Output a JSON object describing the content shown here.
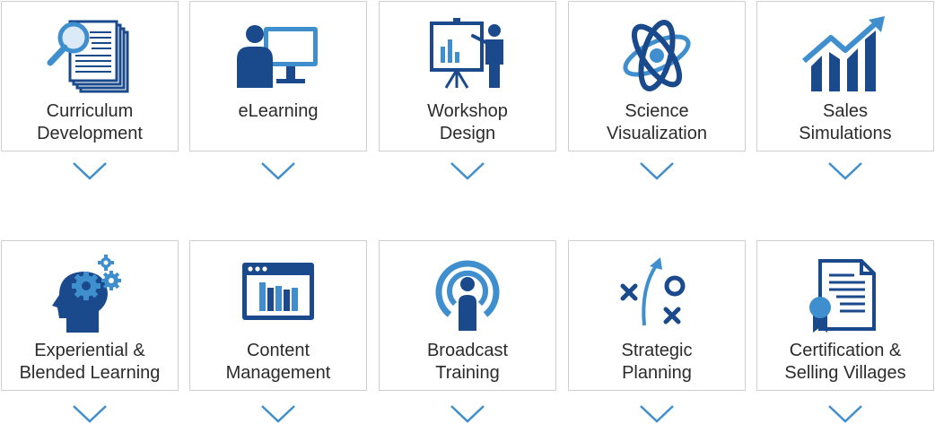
{
  "colors": {
    "dark_blue": "#1a4a8c",
    "light_blue": "#3f8fcf",
    "border": "#cfcfcf",
    "text": "#2b2b2b"
  },
  "cards": [
    {
      "icon": "document-magnifier-icon",
      "lines": [
        "Curriculum",
        "Development"
      ]
    },
    {
      "icon": "person-monitor-icon",
      "lines": [
        "eLearning"
      ]
    },
    {
      "icon": "presenter-board-icon",
      "lines": [
        "Workshop",
        "Design"
      ]
    },
    {
      "icon": "atom-icon",
      "lines": [
        "Science",
        "Visualization"
      ]
    },
    {
      "icon": "growth-chart-icon",
      "lines": [
        "Sales",
        "Simulations"
      ]
    },
    {
      "icon": "head-gears-icon",
      "lines": [
        "Experiential &",
        "Blended Learning"
      ]
    },
    {
      "icon": "browser-library-icon",
      "lines": [
        "Content",
        "Management"
      ]
    },
    {
      "icon": "podcast-broadcast-icon",
      "lines": [
        "Broadcast",
        "Training"
      ]
    },
    {
      "icon": "strategy-play-icon",
      "lines": [
        "Strategic",
        "Planning"
      ]
    },
    {
      "icon": "certificate-ribbon-icon",
      "lines": [
        "Certification &",
        "Selling Villages"
      ]
    }
  ]
}
